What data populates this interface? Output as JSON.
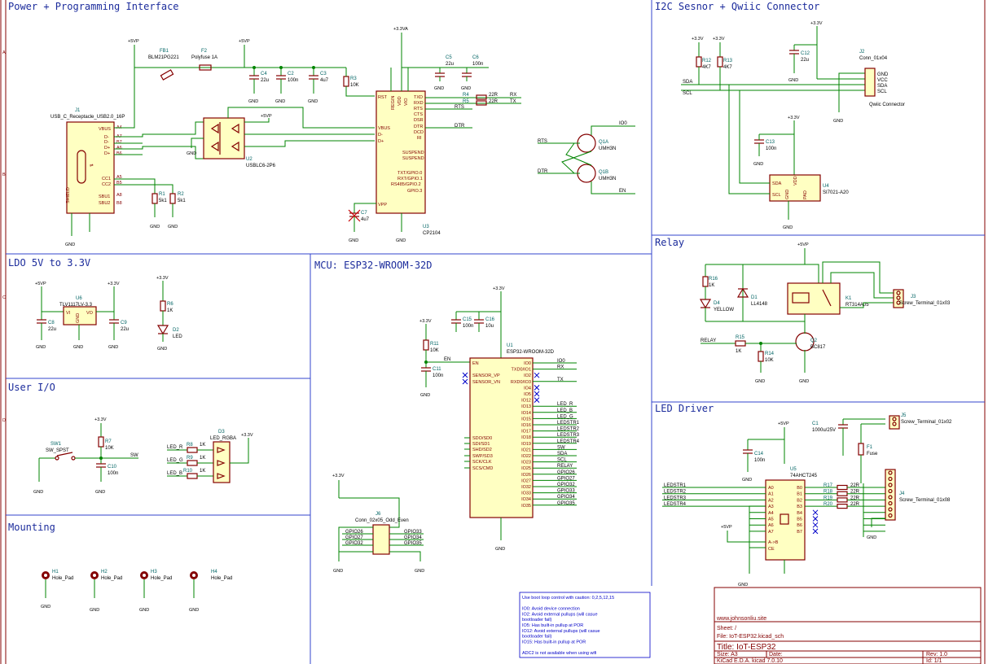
{
  "sections": {
    "power": "Power + Programming Interface",
    "i2c": "I2C Sesnor + Qwiic Connector",
    "ldo": "LDO 5V to 3.3V",
    "mcu": "MCU: ESP32-WROOM-32D",
    "relay": "Relay",
    "user_io": "User I/O",
    "led_driver": "LED Driver",
    "mounting": "Mounting"
  },
  "border": {
    "rows": [
      "A",
      "B",
      "C",
      "D"
    ]
  },
  "power_sec": {
    "j1_ref": "J1",
    "j1_val": "USB_C_Receptacle_USB2.0_16P",
    "fb1_ref": "FB1",
    "fb1_val": "BLM21PG221",
    "f2_ref": "F2",
    "f2_val": "Polyfuse 1A",
    "c4_ref": "C4",
    "c4_val": "22u",
    "c2_ref": "C2",
    "c2_val": "100n",
    "c3_ref": "C3",
    "c3_val": "4u7",
    "r3_ref": "R3",
    "r3_val": "10K",
    "c5_ref": "C5",
    "c5_val": "22u",
    "c6_ref": "C6",
    "c6_val": "100n",
    "u2_ref": "U2",
    "u2_val": "USBLC6-2P6",
    "u3_ref": "U3",
    "u3_val": "CP2104",
    "r1_ref": "R1",
    "r1_val": "5k1",
    "r2_ref": "R2",
    "r2_val": "5k1",
    "r4_ref": "R4",
    "r4_val": "22R",
    "r5_ref": "R5",
    "r5_val": "22R",
    "c7_ref": "C7",
    "c7_val": "4u7",
    "q1a_ref": "Q1A",
    "q1a_val": "UMH3N",
    "q1b_ref": "Q1B",
    "q1b_val": "UMH3N",
    "net_rx": "RX",
    "net_tx": "TX",
    "net_rts": "RTS",
    "net_dtr": "DTR",
    "net_io0": "IO0",
    "net_en": "EN",
    "j1_pins": [
      "VBUS",
      "D-",
      "D-",
      "D+",
      "D+",
      "CC1",
      "CC2",
      "SBU1",
      "SBU2",
      "SHIELD"
    ],
    "j1_nums": [
      "A4",
      "A7",
      "B7",
      "A6",
      "B6",
      "A5",
      "B5",
      "A8",
      "B8"
    ],
    "u3_left": [
      "RST",
      "VBUS",
      "D-",
      "D+",
      "VPP"
    ],
    "u3_right": [
      "TXD",
      "RXD",
      "RTS",
      "CTS",
      "DSR",
      "DTR",
      "DCD",
      "RI",
      "SUSPEND",
      "SUSPEND",
      "TXT/GPIO.0",
      "RXT/GPIO.1",
      "RS485/GPIO.2",
      "GPIO.3"
    ],
    "u3_top": [
      "REGIN",
      "VDD",
      "VIO"
    ]
  },
  "i2c_sec": {
    "r12_ref": "R12",
    "r12_val": "4K7",
    "r13_ref": "R13",
    "r13_val": "4K7",
    "c12_ref": "C12",
    "c12_val": "22u",
    "c13_ref": "C13",
    "c13_val": "100n",
    "j2_ref": "J2",
    "j2_val": "Conn_01x04",
    "j2_sub": "Qwiic Connector",
    "j2_pins": [
      "GND",
      "VCC",
      "SDA",
      "SCL"
    ],
    "u4_ref": "U4",
    "u4_val": "SI7021-A20",
    "u4_pins": [
      "SDA",
      "SCL",
      "GND",
      "VDD",
      "PAD"
    ],
    "net_sda": "SDA",
    "net_scl": "SCL"
  },
  "ldo_sec": {
    "u6_ref": "U6",
    "u6_val": "TLV1117LV-3.3",
    "u6_vi": "VI",
    "u6_vo": "VO",
    "u6_gnd": "GND",
    "c8_ref": "C8",
    "c8_val": "22u",
    "c9_ref": "C9",
    "c9_val": "22u",
    "r6_ref": "R6",
    "r6_val": "1K",
    "d2_ref": "D2",
    "d2_val": "LED"
  },
  "mcu_sec": {
    "u1_ref": "U1",
    "u1_val": "ESP32-WROOM-32D",
    "r11_ref": "R11",
    "r11_val": "10K",
    "c11_ref": "C11",
    "c11_val": "100n",
    "c15_ref": "C15",
    "c15_val": "100n",
    "c16_ref": "C16",
    "c16_val": "10u",
    "u1_left": [
      "EN",
      "SENSOR_VP",
      "SENSOR_VN",
      "SDO/SD0",
      "SDI/SD1",
      "SHD/SD2",
      "SWP/SD3",
      "SCK/CLK",
      "SCS/CMD"
    ],
    "u1_right": [
      "IO0",
      "TXD0/IO1",
      "IO2",
      "RXD0/IO3",
      "IO4",
      "IO5",
      "IO12",
      "IO13",
      "IO14",
      "IO15",
      "IO16",
      "IO17",
      "IO18",
      "IO19",
      "IO21",
      "IO22",
      "IO23",
      "IO25",
      "IO26",
      "IO27",
      "IO32",
      "IO33",
      "IO34",
      "IO35"
    ],
    "u1_nets": [
      "IO0",
      "RX",
      "",
      "TX",
      "",
      "",
      "",
      "LED_R",
      "LED_B",
      "LED_G",
      "LEDSTR1",
      "LEDSTR2",
      "LEDSTR3",
      "LEDSTR4",
      "SW",
      "SDA",
      "SCL",
      "RELAY",
      "GPIO26",
      "GPIO27",
      "GPIO32",
      "GPIO33",
      "GPIO34",
      "GPIO35"
    ],
    "net_en": "EN",
    "j6_ref": "J6",
    "j6_val": "Conn_02x05_Odd_Even",
    "j6_left": [
      "GPIO26",
      "GPIO27",
      "GPIO32"
    ],
    "j6_right": [
      "GPIO33",
      "GPIO34",
      "GPIO35"
    ],
    "notes": [
      "Use boot loop control with caution: 0,2,5,12,15",
      "",
      "IO0: Avoid device connection",
      "IO2: Avoid external pullups (will casue",
      "bootloader fail)",
      "IO5: Has built-in pullup at POR",
      "IO12: Avoid external pullups (will casue",
      "bootloader fail)",
      "IO15: Has built-in pullup at POR",
      "",
      "ADC2 is not available when using wifi"
    ]
  },
  "relay_sec": {
    "r16_ref": "R16",
    "r16_val": "1K",
    "d4_ref": "D4",
    "d4_val": "YELLOW",
    "d1_ref": "D1",
    "d1_val": "LL4148",
    "k1_ref": "K1",
    "k1_val": "RT314A05",
    "j3_ref": "J3",
    "j3_val": "Screw_Terminal_01x03",
    "r15_ref": "R15",
    "r15_val": "1K",
    "r14_ref": "R14",
    "r14_val": "10K",
    "q2_ref": "Q2",
    "q2_val": "BC817",
    "net_relay": "RELAY"
  },
  "userio_sec": {
    "sw1_ref": "SW1",
    "sw1_val": "SW_SPST",
    "r7_ref": "R7",
    "r7_val": "10K",
    "c10_ref": "C10",
    "c10_val": "100n",
    "net_sw": "SW",
    "d3_ref": "D3",
    "d3_val": "LED_RGBA",
    "r8_ref": "R8",
    "r9_ref": "R9",
    "r10_ref": "R10",
    "rx_val": "1K",
    "net_led_r": "LED_R",
    "net_led_g": "LED_G",
    "net_led_b": "LED_B"
  },
  "leddrv_sec": {
    "c1_ref": "C1",
    "c1_val": "1000u/25V",
    "f1_ref": "F1",
    "f1_val": "Fuse",
    "j5_ref": "J5",
    "j5_val": "Screw_Terminal_01x02",
    "c14_ref": "C14",
    "c14_val": "100n",
    "u5_ref": "U5",
    "u5_val": "74AHCT245",
    "u5_left": [
      "A0",
      "A1",
      "A2",
      "A3",
      "A4",
      "A5",
      "A6",
      "A7",
      "A->B",
      "CE"
    ],
    "u5_right": [
      "B0",
      "B1",
      "B2",
      "B3",
      "B4",
      "B5",
      "B6",
      "B7"
    ],
    "inputs": [
      "LEDSTR1",
      "LEDSTR2",
      "LEDSTR3",
      "LEDSTR4"
    ],
    "r17_ref": "R17",
    "r18_ref": "R18",
    "r19_ref": "R19",
    "r20_ref": "R20",
    "rr_val": "22R",
    "j4_ref": "J4",
    "j4_val": "Screw_Terminal_01x08"
  },
  "mounting_sec": {
    "holes": [
      {
        "ref": "H1",
        "val": "Hole_Pad"
      },
      {
        "ref": "H2",
        "val": "Hole_Pad"
      },
      {
        "ref": "H3",
        "val": "Hole_Pad"
      },
      {
        "ref": "H4",
        "val": "Hole_Pad"
      }
    ]
  },
  "power_labels": {
    "p5v": "+5VP",
    "p33": "+3.3V",
    "p33a": "+3.3VA",
    "gnd": "GND"
  },
  "title_block": {
    "website": "www.johnsonliu.site",
    "sheet": "Sheet: /",
    "file": "File: IoT-ESP32.kicad_sch",
    "title": "Title: IoT-ESP32",
    "size": "Size: A3",
    "date": "Date:",
    "rev": "Rev: 1.0",
    "tool": "KiCad E.D.A.  kicad 7.0.10",
    "id": "Id: 1/1"
  }
}
